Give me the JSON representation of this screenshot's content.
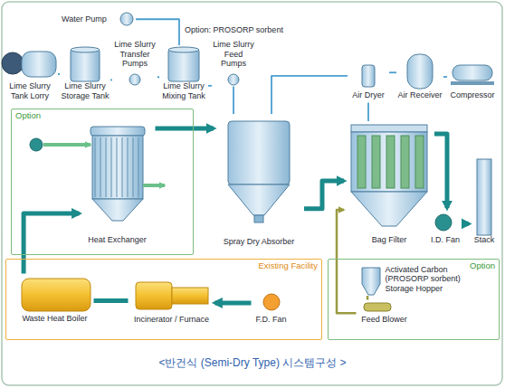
{
  "diagram": {
    "caption": "<반건식 (Semi-Dry Type) 시스템구성 >",
    "nodes": [
      {
        "text": [
          "Water Pump"
        ]
      },
      {
        "text": [
          "Lime Slurry Tank Lorry"
        ]
      },
      {
        "text": [
          "Lime Slurry Storage Tank"
        ]
      },
      {
        "text": [
          "Lime Slurry Transfer Pumps"
        ]
      },
      {
        "text": [
          "Lime Slurry Mixing Tank"
        ]
      },
      {
        "text": [
          "Lime Slurry Feed Pumps"
        ]
      },
      {
        "text": [
          "Air Dryer"
        ]
      },
      {
        "text": [
          "Air Receiver"
        ]
      },
      {
        "text": [
          "Compressor"
        ]
      },
      {
        "text": [
          "Option"
        ]
      },
      {
        "text": [
          "Heat Exchanger"
        ],
        "in": 9
      },
      {
        "text": [
          "Spray Dry Absorber"
        ]
      },
      {
        "text": [
          "Bag Filter"
        ]
      },
      {
        "text": [
          "I.D. Fan"
        ]
      },
      {
        "text": [
          "Stack"
        ]
      },
      {
        "text": [
          "Existing Facility"
        ]
      },
      {
        "text": [
          "Waste Heat Boiler"
        ],
        "in": 15
      },
      {
        "text": [
          "Incinerator / Furnace"
        ],
        "in": 15
      },
      {
        "text": [
          "F.D. Fan"
        ],
        "in": 15
      },
      {
        "text": [
          "Option"
        ]
      },
      {
        "text": [
          "Activated Carbon (PROSORP sorbent) Storage Hopper"
        ],
        "in": 19
      },
      {
        "text": [
          "Feed Blower"
        ],
        "in": 19
      }
    ],
    "edges": [
      {
        "from": 0,
        "to": 4,
        "arrow": "none"
      },
      {
        "from": 1,
        "to": 2,
        "arrow": "none"
      },
      {
        "from": 2,
        "to": 3,
        "arrow": "none"
      },
      {
        "from": 3,
        "to": 4,
        "arrow": "none"
      },
      {
        "from": 4,
        "to": 5,
        "arrow": "none"
      },
      {
        "from": 5,
        "to": 11,
        "arrow": "none"
      },
      {
        "from": 8,
        "to": 7,
        "arrow": "none"
      },
      {
        "from": 7,
        "to": 6,
        "arrow": "none"
      },
      {
        "from": 6,
        "to": 12,
        "arrow": "none"
      },
      {
        "from": 6,
        "to": 11,
        "arrow": "none"
      },
      {
        "from": 10,
        "to": 11,
        "arrow": "to"
      },
      {
        "from": 11,
        "to": 12,
        "arrow": "to"
      },
      {
        "from": 12,
        "to": 13,
        "arrow": "to"
      },
      {
        "from": 13,
        "to": 14,
        "arrow": "to"
      },
      {
        "from": 16,
        "to": 10,
        "arrow": "to"
      },
      {
        "from": 17,
        "to": 16,
        "arrow": "none"
      },
      {
        "from": 18,
        "to": 17,
        "arrow": "to"
      },
      {
        "from": 20,
        "to": 21,
        "arrow": "none"
      },
      {
        "from": 21,
        "to": 12,
        "arrow": "to"
      }
    ],
    "labels": [
      "Option: PROSORP sorbent"
    ]
  }
}
